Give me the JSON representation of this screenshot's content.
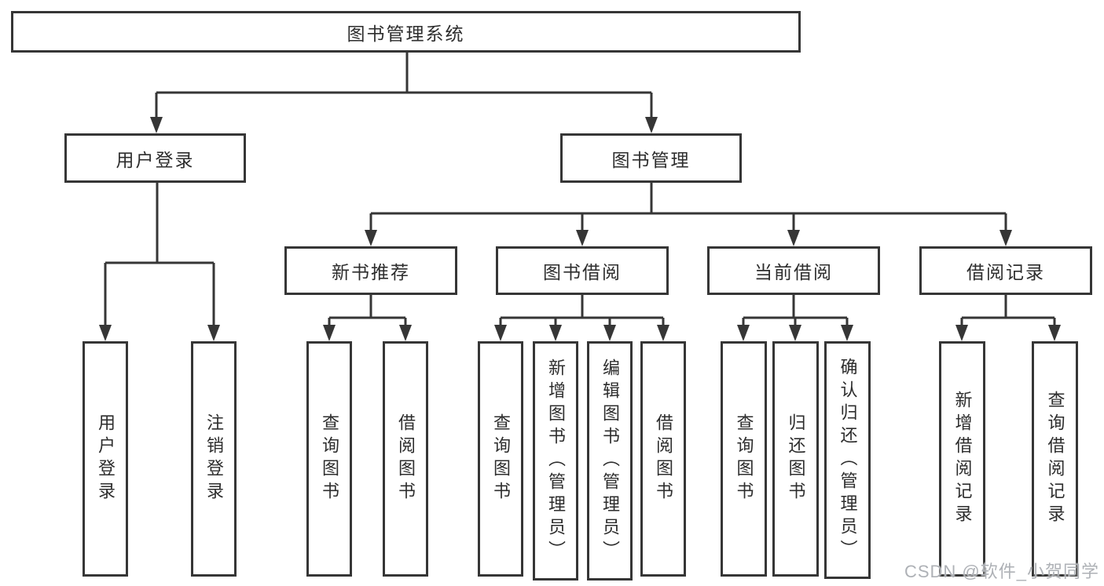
{
  "diagram": {
    "root": "图书管理系统",
    "user_login": {
      "label": "用户登录",
      "leaves": [
        "用户登录",
        "注销登录"
      ]
    },
    "book_management": {
      "label": "图书管理",
      "groups": [
        {
          "label": "新书推荐",
          "leaves": [
            "查询图书",
            "借阅图书"
          ]
        },
        {
          "label": "图书借阅",
          "leaves": [
            "查询图书",
            "新增图书（管理员）",
            "编辑图书（管理员）",
            "借阅图书"
          ]
        },
        {
          "label": "当前借阅",
          "leaves": [
            "查询图书",
            "归还图书",
            "确认归还（管理员）"
          ]
        },
        {
          "label": "借阅记录",
          "leaves": [
            "新增借阅记录",
            "查询借阅记录"
          ]
        }
      ]
    }
  },
  "watermark": "CSDN @软件_小贺同学",
  "colors": {
    "line": "#363636",
    "text": "#2d2d2d",
    "watermark": "#aeb1b6"
  }
}
